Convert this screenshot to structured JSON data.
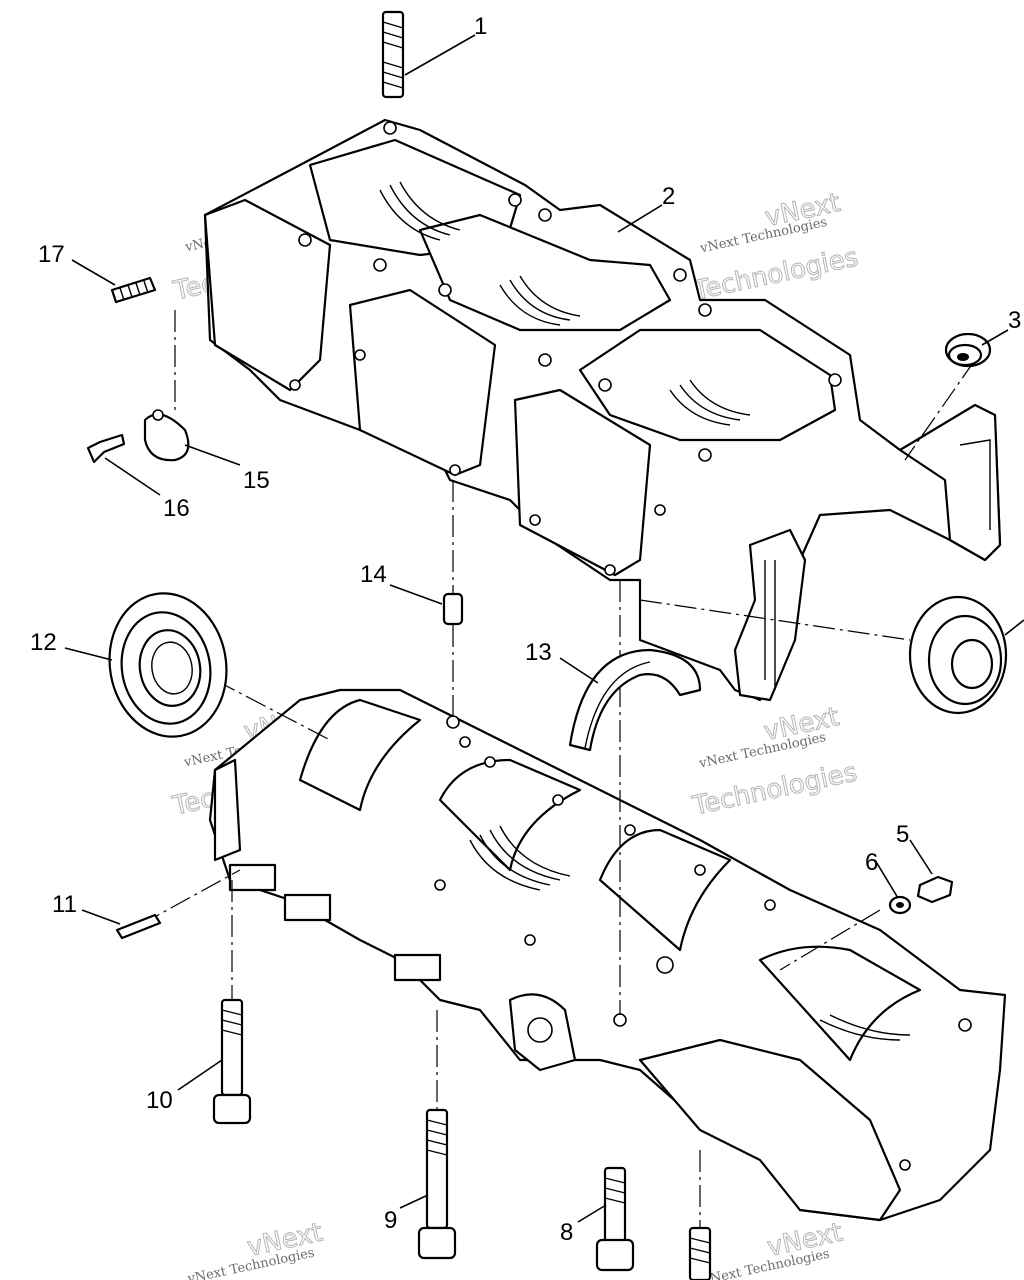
{
  "callouts": [
    {
      "id": "1",
      "label": "1"
    },
    {
      "id": "2",
      "label": "2"
    },
    {
      "id": "3",
      "label": "3"
    },
    {
      "id": "5",
      "label": "5"
    },
    {
      "id": "6",
      "label": "6"
    },
    {
      "id": "8",
      "label": "8"
    },
    {
      "id": "9",
      "label": "9"
    },
    {
      "id": "10",
      "label": "10"
    },
    {
      "id": "11",
      "label": "11"
    },
    {
      "id": "12",
      "label": "12"
    },
    {
      "id": "13",
      "label": "13"
    },
    {
      "id": "14",
      "label": "14"
    },
    {
      "id": "15",
      "label": "15"
    },
    {
      "id": "16",
      "label": "16"
    },
    {
      "id": "17",
      "label": "17"
    }
  ],
  "watermark": {
    "line1": "vNext",
    "line2": "Technologies",
    "small": "vNext Technologies"
  }
}
